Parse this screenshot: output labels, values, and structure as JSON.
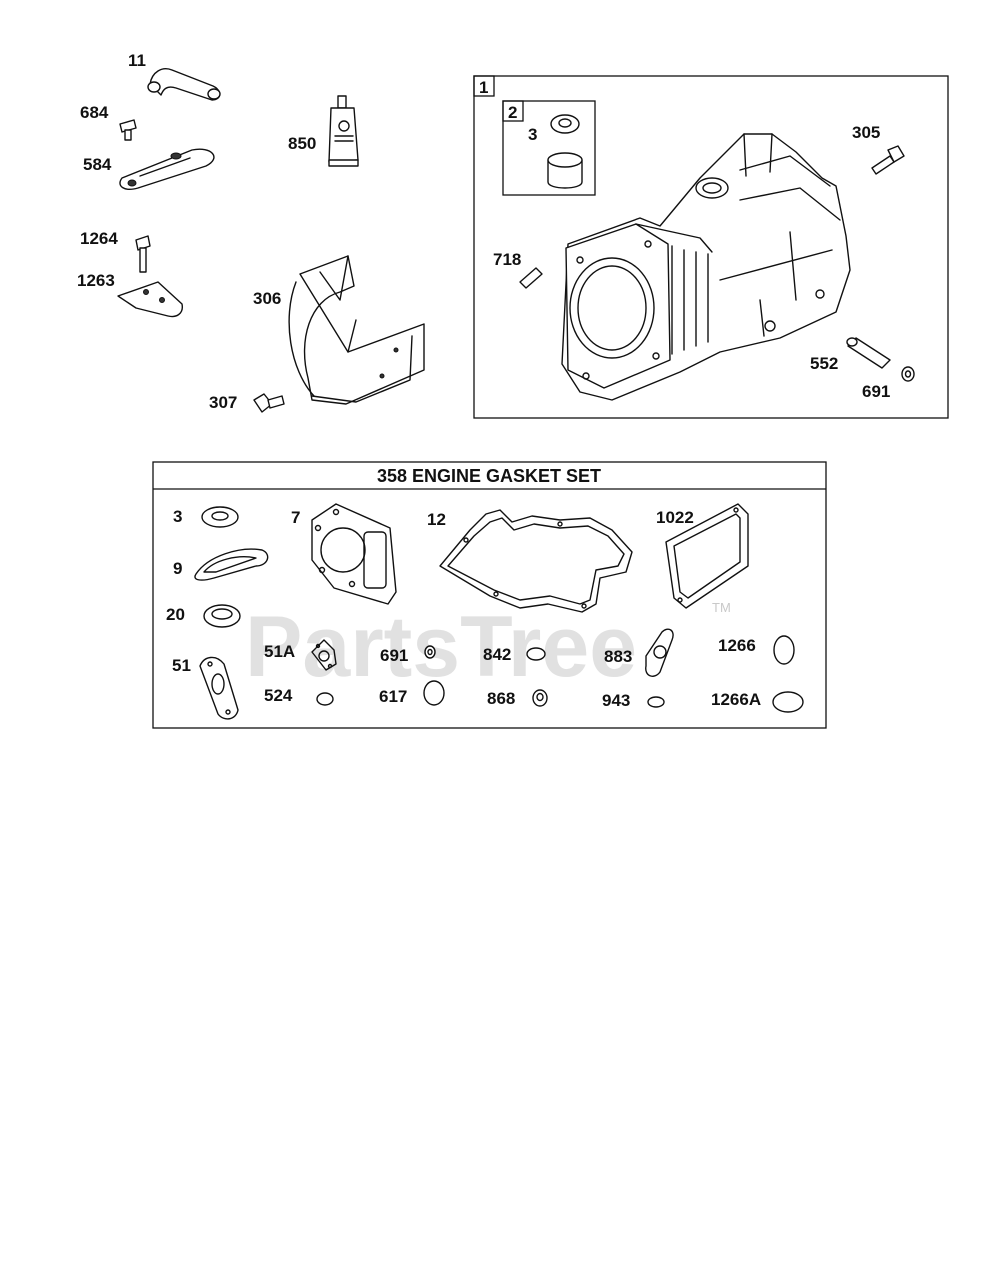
{
  "colors": {
    "line": "#111111",
    "watermark": "#c9c9c9",
    "background": "#ffffff"
  },
  "labels": {
    "p11": "11",
    "p684": "684",
    "p584": "584",
    "p850": "850",
    "p1264": "1264",
    "p1263": "1263",
    "p306": "306",
    "p307": "307"
  },
  "block_assembly": {
    "box_label": "1",
    "sub_box_label": "2",
    "labels": {
      "p3": "3",
      "p305": "305",
      "p718": "718",
      "p552": "552",
      "p691": "691"
    }
  },
  "gasket_set": {
    "title": "358 ENGINE GASKET SET",
    "labels": {
      "g3": "3",
      "g7": "7",
      "g12": "12",
      "g1022": "1022",
      "g9": "9",
      "g20": "20",
      "g51": "51",
      "g51A": "51A",
      "g691": "691",
      "g842": "842",
      "g883": "883",
      "g1266": "1266",
      "g524": "524",
      "g617": "617",
      "g868": "868",
      "g943": "943",
      "g1266A": "1266A"
    }
  },
  "watermark": {
    "text": "PartsTree",
    "tm": "TM"
  }
}
